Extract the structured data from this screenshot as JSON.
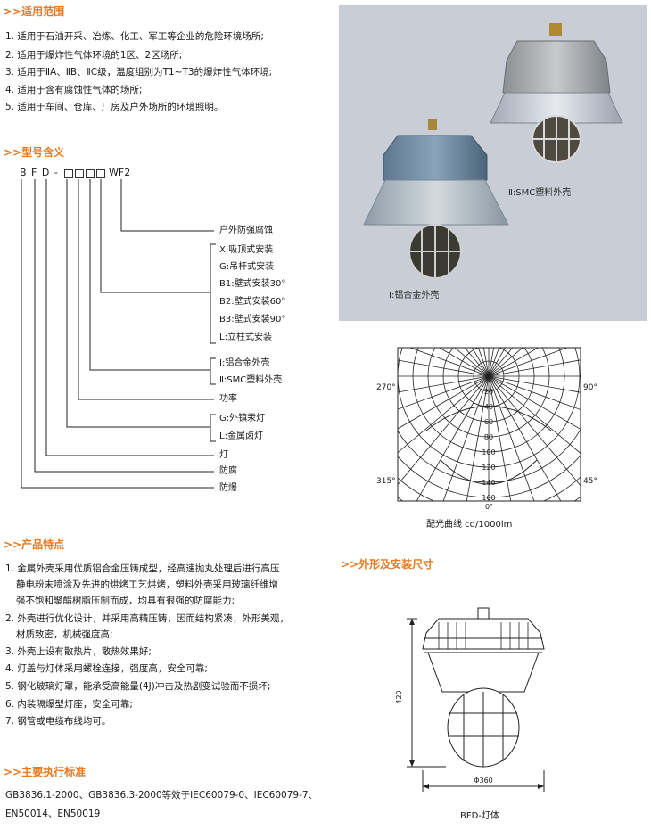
{
  "applicability": {
    "heading": ">>适用范围",
    "items": [
      "1. 适用于石油开采、冶炼、化工、军工等企业的危险环境场所;",
      "2. 适用于爆炸性气体环境的1区、2区场所;",
      "3. 适用于ⅡA、ⅡB、ⅡC级，温度组别为T1~T3的爆炸性气体环境;",
      "4. 适用于含有腐蚀性气体的场所;",
      "5. 适用于车间、仓库、厂房及户外场所的环境照明。"
    ]
  },
  "model": {
    "heading": ">>型号含义",
    "code_prefix": "B F D -",
    "code_suffix": "WF2",
    "labels": {
      "wf2": "户外防强腐蚀",
      "install_x": "X:吸顶式安装",
      "install_g": "G:吊杆式安装",
      "install_b1": "B1:壁式安装30°",
      "install_b2": "B2:壁式安装60°",
      "install_b3": "B3:壁式安装90°",
      "install_l": "L:立柱式安装",
      "shell_1": "Ⅰ:铝合金外壳",
      "shell_2": "Ⅱ:SMC塑料外壳",
      "power": "功率",
      "lamp_g": "G:外镇汞灯",
      "lamp_l": "L:金属卤灯",
      "lamp": "灯",
      "anticorrosion": "防腐",
      "explosion": "防爆"
    }
  },
  "photos": {
    "label_1": "Ⅰ:铝合金外壳",
    "label_2": "Ⅱ:SMC塑料外壳"
  },
  "polar": {
    "angle_270": "270°",
    "angle_90": "90°",
    "angle_315": "315°",
    "angle_45": "45°",
    "angle_0": "0°",
    "caption": "配光曲线 cd/1000lm",
    "radial_labels": [
      "20",
      "40",
      "60",
      "80",
      "100",
      "120",
      "140",
      "160"
    ]
  },
  "features": {
    "heading": ">>产品特点",
    "items": [
      "1. 金属外壳采用优质铝合金压铸成型，经高速抛丸处理后进行高压",
      "静电粉末喷涂及先进的烘烤工艺烘烤，塑料外壳采用玻璃纤维增",
      "强不饱和聚酯树脂压制而成，均具有很强的防腐能力;",
      "2. 外壳进行优化设计，并采用高精压铸，因而结构紧凑，外形美观，",
      "材质致密，机械强度高;",
      "3. 外壳上设有散热片，散热效果好;",
      "4. 灯盖与灯体采用螺栓连接，强度高，安全可靠;",
      "5. 钢化玻璃灯罩，能承受高能量(4J)冲击及热剧变试验而不损坏;",
      "6. 内装隔爆型灯座，安全可靠;",
      "7. 钢管或电缆布线均可。"
    ]
  },
  "standards": {
    "heading": ">>主要执行标准",
    "lines": [
      "GB3836.1-2000、GB3836.3-2000等效于IEC60079-0、IEC60079-7、",
      "EN50014、EN50019"
    ]
  },
  "dimensions": {
    "heading": ">>外形及安装尺寸",
    "height": "420",
    "diameter": "Φ360",
    "caption": "BFD-灯体"
  }
}
